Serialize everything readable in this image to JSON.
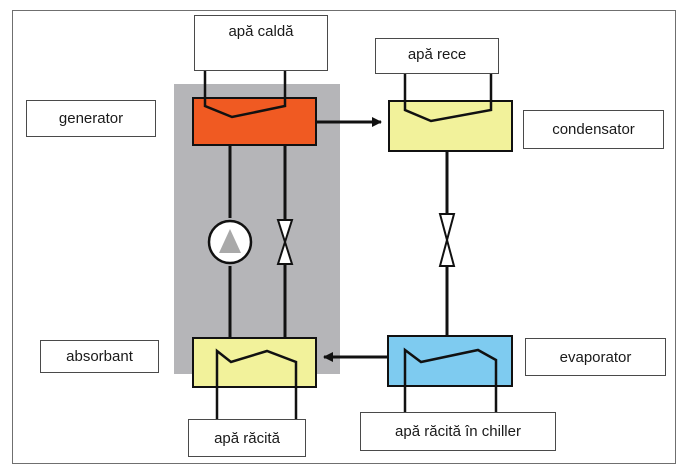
{
  "diagram": {
    "labels": {
      "hot_water": "apă caldă",
      "cold_water": "apă rece",
      "generator": "generator",
      "condenser": "condensator",
      "absorber": "absorbant",
      "evaporator": "evaporator",
      "cooled_water": "apă răcită",
      "chilled_water": "apă răcită în chiller"
    },
    "colors": {
      "generator": "#f05a22",
      "condenser": "#f2f29b",
      "absorber": "#f2f29b",
      "evaporator": "#7ecbf0",
      "absorption_unit_background": "#b5b5b8",
      "lines": "#111111"
    }
  }
}
